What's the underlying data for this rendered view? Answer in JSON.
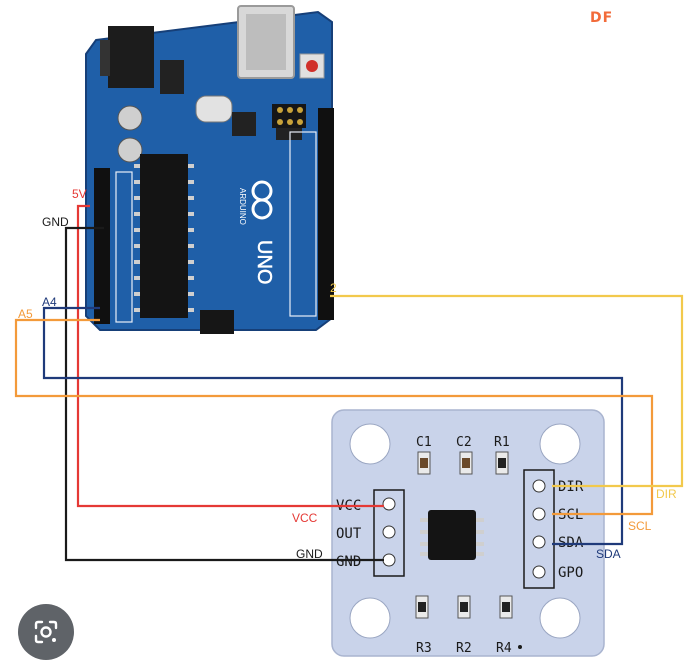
{
  "watermark": {
    "text": "DF"
  },
  "arduino": {
    "board_model": "UNO",
    "board_brand": "ARDUINO"
  },
  "arduino_pins": {
    "five_v": "5V",
    "gnd": "GND",
    "a4": "A4",
    "a5": "A5",
    "d2": "2"
  },
  "sensor_pins": {
    "vcc": "VCC",
    "out": "OUT",
    "gnd": "GND",
    "dir": "DIR",
    "scl": "SCL",
    "sda": "SDA",
    "gpo": "GPO"
  },
  "wire_labels": {
    "vcc": "VCC",
    "gnd": "GND",
    "dir": "DIR",
    "scl": "SCL",
    "sda": "SDA"
  },
  "components": {
    "c1": "C1",
    "c2": "C2",
    "r1": "R1",
    "r2": "R2",
    "r3": "R3",
    "r4": "R4"
  },
  "colors": {
    "red_wire": "#e53935",
    "black_wire": "#1a1a1a",
    "navy_wire": "#1f3a7a",
    "orange_wire": "#f39a3a",
    "yellow_wire": "#f2c94c",
    "board_blue": "#1f5fa8",
    "sensor_board": "#c9d3ea"
  }
}
